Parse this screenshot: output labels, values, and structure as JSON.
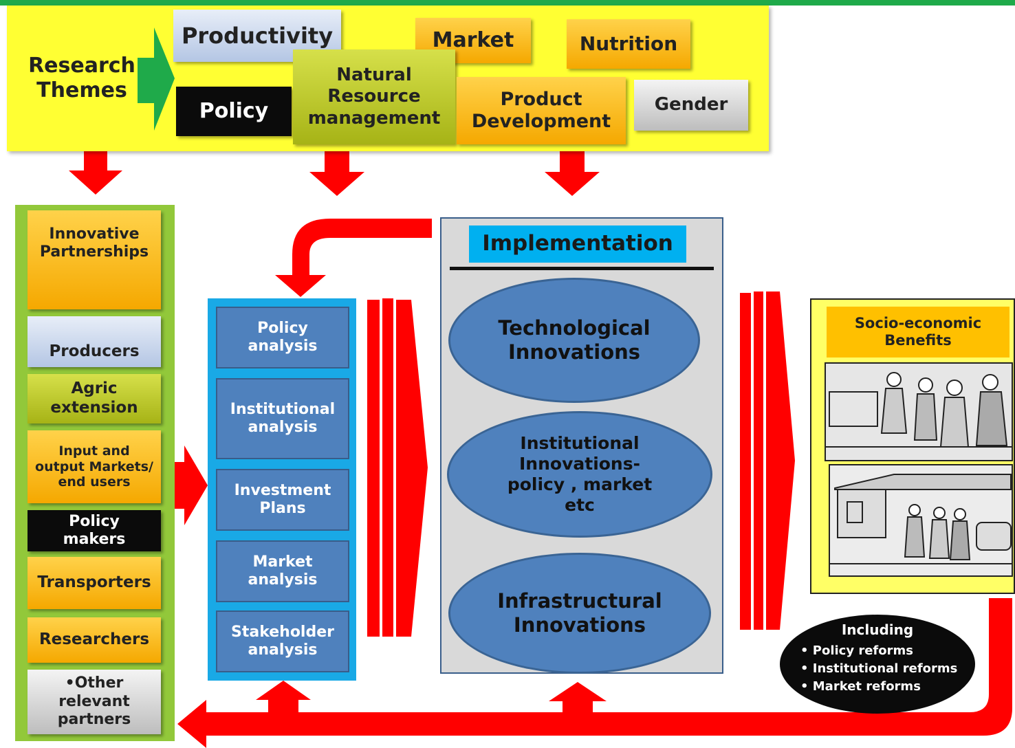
{
  "themes": {
    "label": "Research Themes",
    "productivity": "Productivity",
    "market": "Market",
    "nutrition": "Nutrition",
    "policy": "Policy",
    "nrm": [
      "Natural",
      "Resource",
      "management"
    ],
    "product_dev": [
      "Product",
      "Development"
    ],
    "gender": "Gender"
  },
  "stakeholders": {
    "items": [
      [
        "Innovative",
        "Partnerships"
      ],
      [
        "Producers"
      ],
      [
        "Agric",
        "extension"
      ],
      [
        "Input and",
        "output Markets/",
        "end users"
      ],
      [
        "Policy",
        "makers"
      ],
      [
        "Transporters"
      ],
      [
        "Researchers"
      ],
      [
        "•Other",
        "relevant",
        "partners"
      ]
    ]
  },
  "analysis": {
    "items": [
      [
        "Policy",
        "analysis"
      ],
      [
        "Institutional",
        "analysis"
      ],
      [
        "Investment",
        "Plans"
      ],
      [
        "Market",
        "analysis"
      ],
      [
        "Stakeholder",
        "analysis"
      ]
    ]
  },
  "implementation": {
    "title": "Implementation",
    "technological": [
      "Technological",
      "Innovations"
    ],
    "institutional": [
      "Institutional",
      "Innovations-",
      "policy , market",
      "etc"
    ],
    "infrastructural": [
      "Infrastructural",
      "Innovations"
    ]
  },
  "benefits": {
    "title": [
      "Socio-economic",
      "Benefits"
    ]
  },
  "including": {
    "title": "Including",
    "items": [
      "• Policy reforms",
      "• Institutional reforms",
      "• Market reforms"
    ]
  },
  "colors": {
    "arrow_red": "#ff0000",
    "theme_yellow": "#ffff33",
    "stakeholder_green": "#92c83a",
    "analysis_cyan": "#19a9e6",
    "analysis_blue": "#4f81bd",
    "impl_gray": "#d9d9d9",
    "title_cyan": "#00b0f0",
    "benefit_yellow": "#ffff66",
    "benefit_gold": "#ffc000",
    "top_green": "#1faa4a"
  }
}
